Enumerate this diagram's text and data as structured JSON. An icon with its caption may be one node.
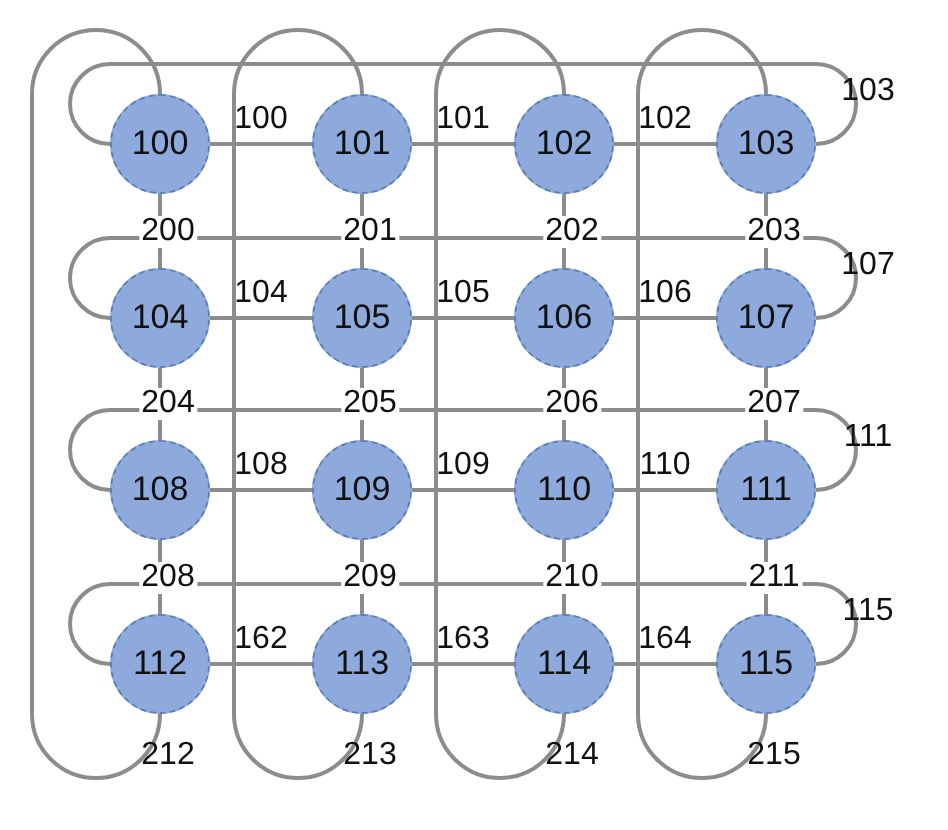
{
  "diagram": {
    "nodes": [
      {
        "text": [
          "100"
        ]
      },
      {
        "text": [
          "101"
        ]
      },
      {
        "text": [
          "102"
        ]
      },
      {
        "text": [
          "103"
        ]
      },
      {
        "text": [
          "104"
        ]
      },
      {
        "text": [
          "105"
        ]
      },
      {
        "text": [
          "106"
        ]
      },
      {
        "text": [
          "107"
        ]
      },
      {
        "text": [
          "108"
        ]
      },
      {
        "text": [
          "109"
        ]
      },
      {
        "text": [
          "110"
        ]
      },
      {
        "text": [
          "111"
        ]
      },
      {
        "text": [
          "112"
        ]
      },
      {
        "text": [
          "113"
        ]
      },
      {
        "text": [
          "114"
        ]
      },
      {
        "text": [
          "115"
        ]
      }
    ],
    "edges": [
      {
        "from": 0,
        "to": 1,
        "arrow": "none",
        "label": "100"
      },
      {
        "from": 1,
        "to": 2,
        "arrow": "none",
        "label": "101"
      },
      {
        "from": 2,
        "to": 3,
        "arrow": "none",
        "label": "102"
      },
      {
        "from": 3,
        "to": 0,
        "arrow": "none",
        "label": "103"
      },
      {
        "from": 0,
        "to": 4,
        "arrow": "none",
        "label": "200"
      },
      {
        "from": 1,
        "to": 5,
        "arrow": "none",
        "label": "201"
      },
      {
        "from": 2,
        "to": 6,
        "arrow": "none",
        "label": "202"
      },
      {
        "from": 3,
        "to": 7,
        "arrow": "none",
        "label": "203"
      },
      {
        "from": 4,
        "to": 5,
        "arrow": "none",
        "label": "104"
      },
      {
        "from": 5,
        "to": 6,
        "arrow": "none",
        "label": "105"
      },
      {
        "from": 6,
        "to": 7,
        "arrow": "none",
        "label": "106"
      },
      {
        "from": 7,
        "to": 4,
        "arrow": "none",
        "label": "107"
      },
      {
        "from": 4,
        "to": 8,
        "arrow": "none",
        "label": "204"
      },
      {
        "from": 5,
        "to": 9,
        "arrow": "none",
        "label": "205"
      },
      {
        "from": 6,
        "to": 10,
        "arrow": "none",
        "label": "206"
      },
      {
        "from": 7,
        "to": 11,
        "arrow": "none",
        "label": "207"
      },
      {
        "from": 8,
        "to": 9,
        "arrow": "none",
        "label": "108"
      },
      {
        "from": 9,
        "to": 10,
        "arrow": "none",
        "label": "109"
      },
      {
        "from": 10,
        "to": 11,
        "arrow": "none",
        "label": "110"
      },
      {
        "from": 11,
        "to": 8,
        "arrow": "none",
        "label": "111"
      },
      {
        "from": 8,
        "to": 12,
        "arrow": "none",
        "label": "208"
      },
      {
        "from": 9,
        "to": 13,
        "arrow": "none",
        "label": "209"
      },
      {
        "from": 10,
        "to": 14,
        "arrow": "none",
        "label": "210"
      },
      {
        "from": 11,
        "to": 15,
        "arrow": "none",
        "label": "211"
      },
      {
        "from": 12,
        "to": 13,
        "arrow": "none",
        "label": "162"
      },
      {
        "from": 13,
        "to": 14,
        "arrow": "none",
        "label": "163"
      },
      {
        "from": 14,
        "to": 15,
        "arrow": "none",
        "label": "164"
      },
      {
        "from": 15,
        "to": 12,
        "arrow": "none",
        "label": "115"
      },
      {
        "from": 12,
        "to": 0,
        "arrow": "none",
        "label": "212"
      },
      {
        "from": 13,
        "to": 1,
        "arrow": "none",
        "label": "213"
      },
      {
        "from": 14,
        "to": 2,
        "arrow": "none",
        "label": "214"
      },
      {
        "from": 15,
        "to": 3,
        "arrow": "none",
        "label": "215"
      }
    ]
  }
}
